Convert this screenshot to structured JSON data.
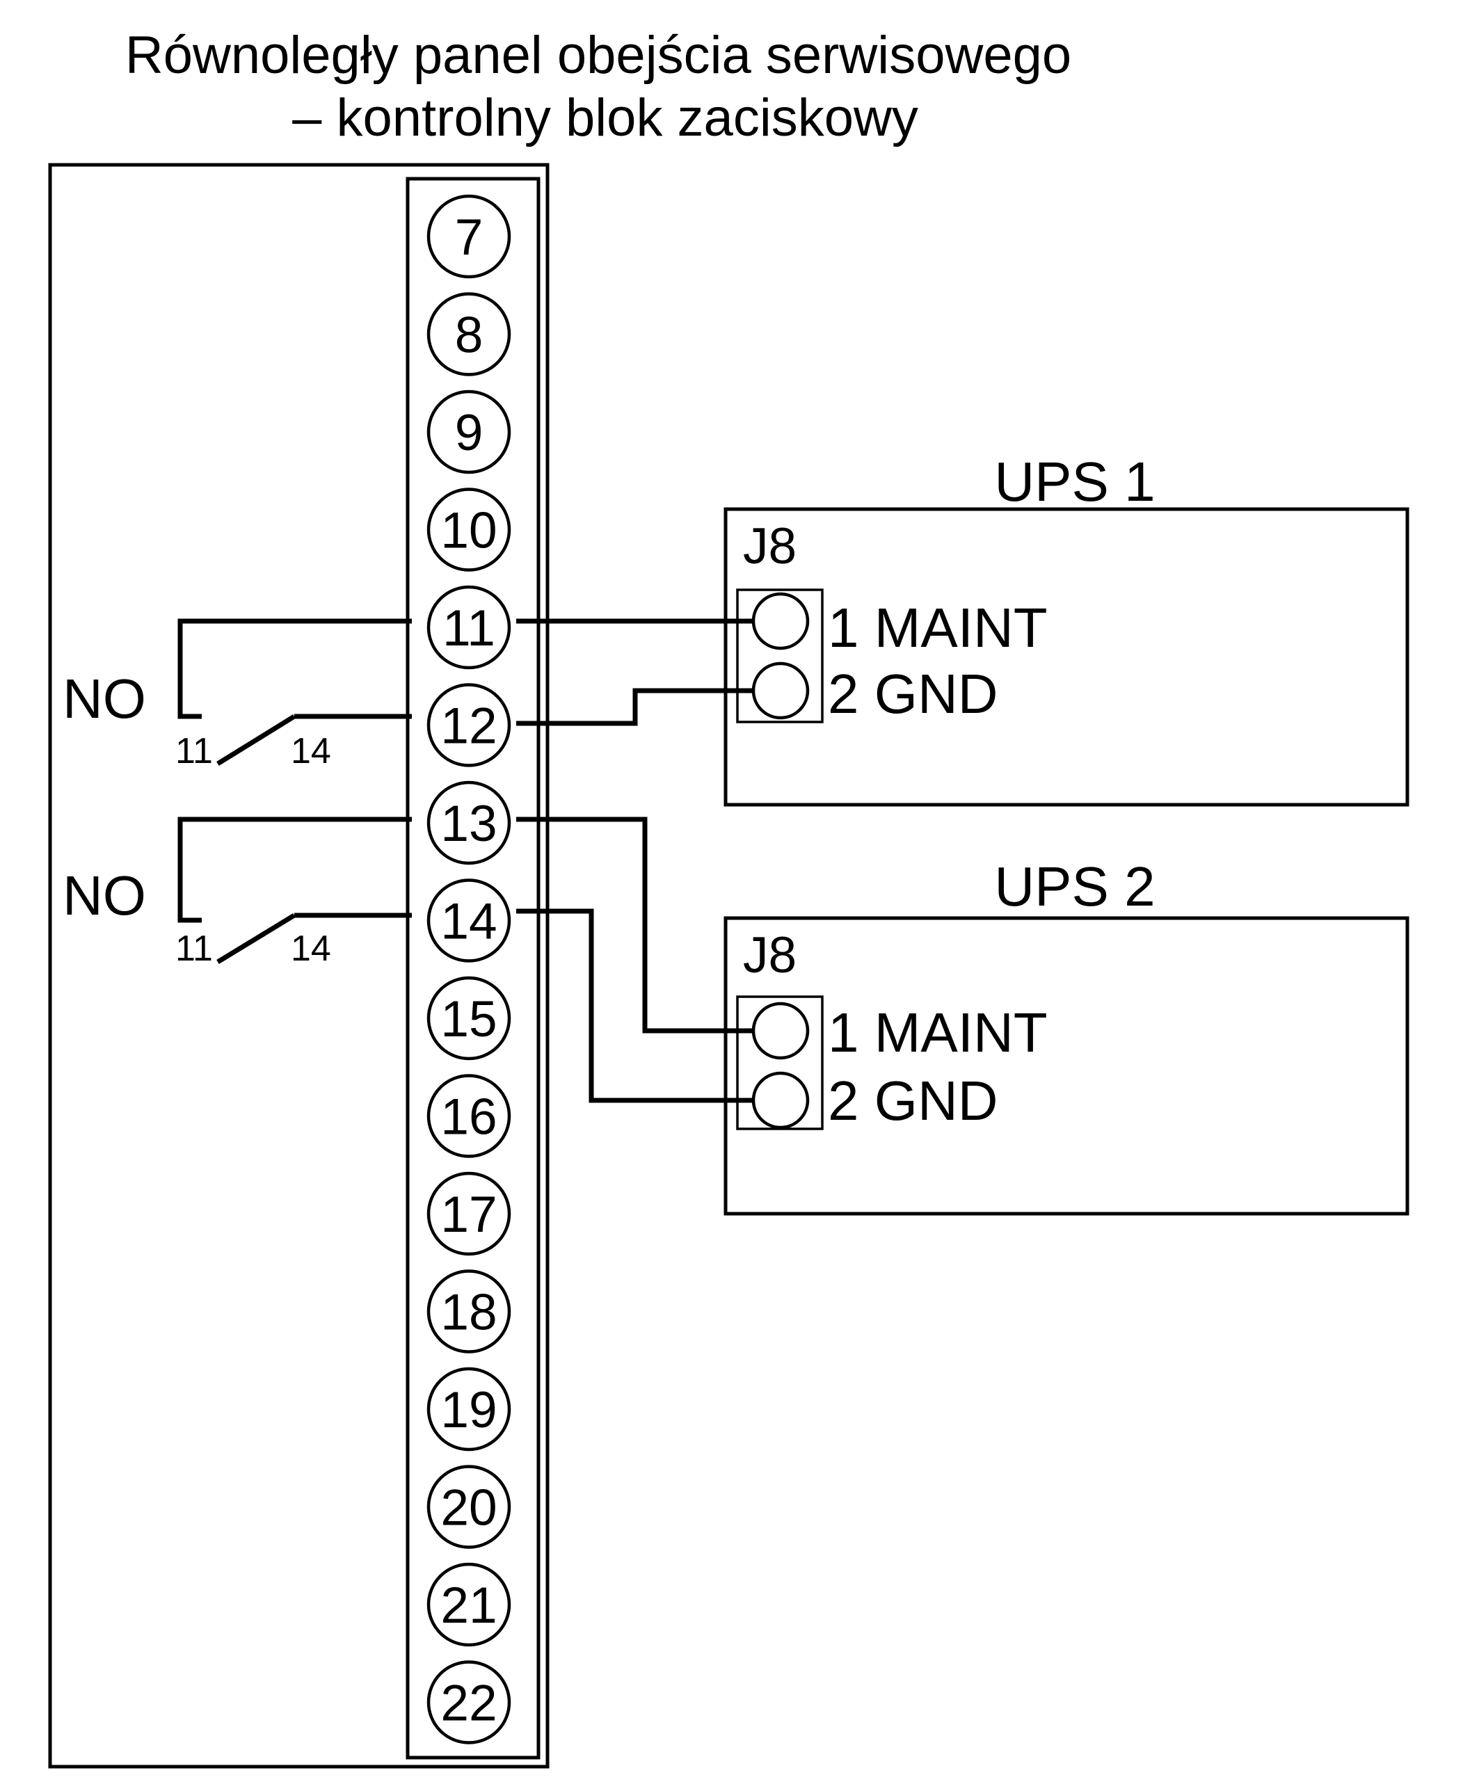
{
  "title": {
    "line1": "Równoległy panel obejścia serwisowego",
    "line2": "– kontrolny blok zaciskowy"
  },
  "terminal_block": {
    "terminals": [
      "7",
      "8",
      "9",
      "10",
      "11",
      "12",
      "13",
      "14",
      "15",
      "16",
      "17",
      "18",
      "19",
      "20",
      "21",
      "22"
    ]
  },
  "relays": [
    {
      "label": "NO",
      "pin_a": "11",
      "pin_b": "14"
    },
    {
      "label": "NO",
      "pin_a": "11",
      "pin_b": "14"
    }
  ],
  "ups_units": [
    {
      "title": "UPS 1",
      "connector": "J8",
      "pin1": "1 MAINT",
      "pin2": "2 GND"
    },
    {
      "title": "UPS 2",
      "connector": "J8",
      "pin1": "1 MAINT",
      "pin2": "2 GND"
    }
  ]
}
